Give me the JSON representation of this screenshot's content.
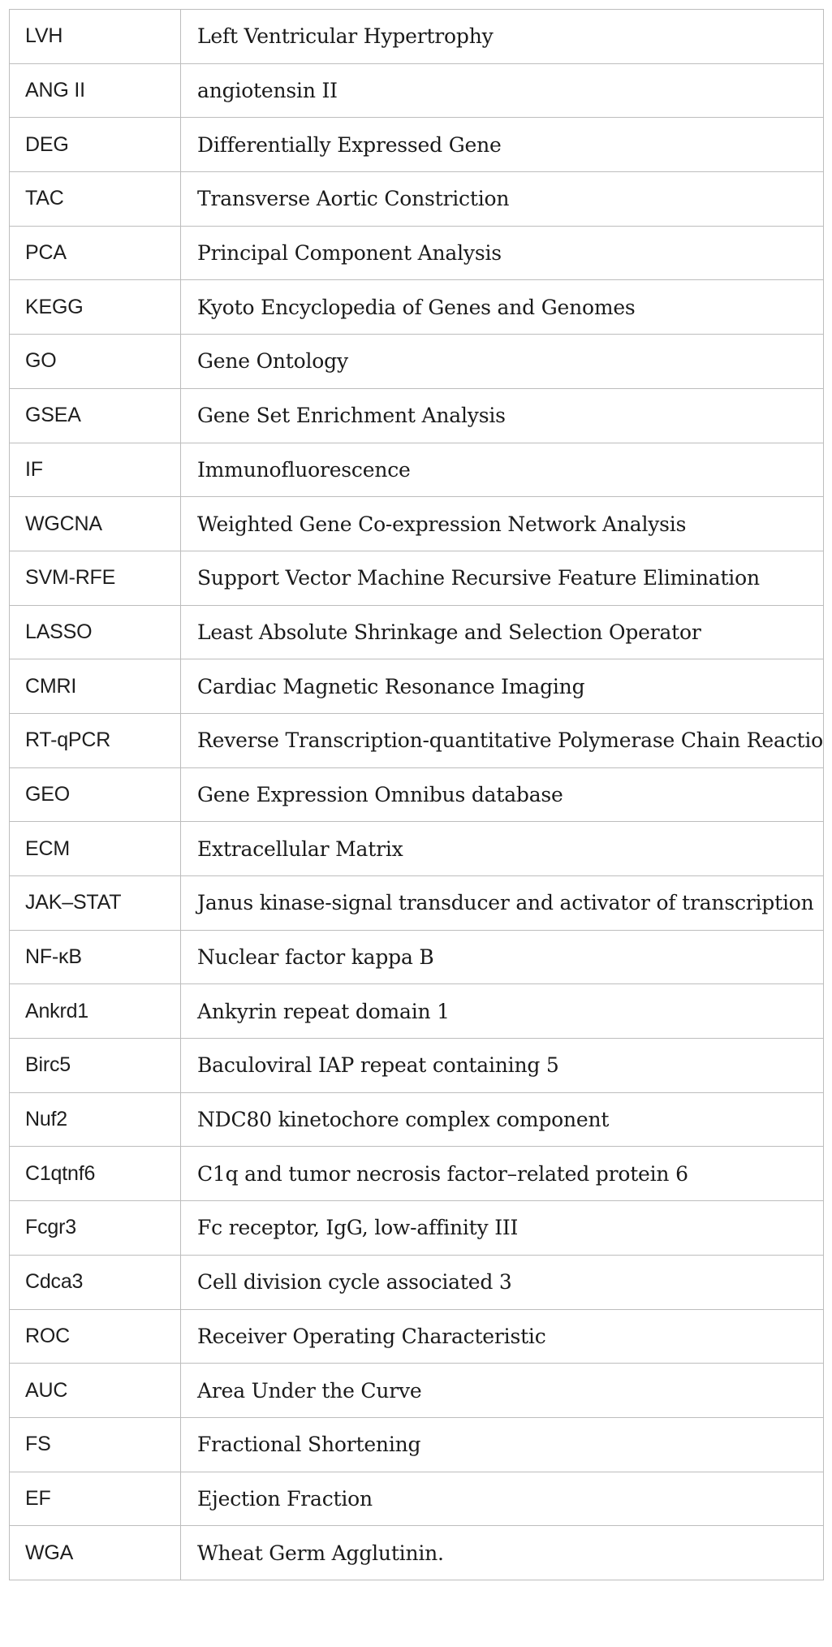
{
  "rows": [
    {
      "abbr": "LVH",
      "definition": "Left Ventricular Hypertrophy"
    },
    {
      "abbr": "ANG II",
      "definition": "angiotensin II"
    },
    {
      "abbr": "DEG",
      "definition": "Differentially Expressed Gene"
    },
    {
      "abbr": "TAC",
      "definition": "Transverse Aortic Constriction"
    },
    {
      "abbr": "PCA",
      "definition": "Principal Component Analysis"
    },
    {
      "abbr": "KEGG",
      "definition": "Kyoto Encyclopedia of Genes and Genomes"
    },
    {
      "abbr": "GO",
      "definition": "Gene Ontology"
    },
    {
      "abbr": "GSEA",
      "definition": "Gene Set Enrichment Analysis"
    },
    {
      "abbr": "IF",
      "definition": "Immunofluorescence"
    },
    {
      "abbr": "WGCNA",
      "definition": "Weighted Gene Co-expression Network Analysis"
    },
    {
      "abbr": "SVM-RFE",
      "definition": "Support Vector Machine Recursive Feature Elimination"
    },
    {
      "abbr": "LASSO",
      "definition": "Least Absolute Shrinkage and Selection Operator"
    },
    {
      "abbr": "CMRI",
      "definition": "Cardiac Magnetic Resonance Imaging"
    },
    {
      "abbr": "RT-qPCR",
      "definition": "Reverse Transcription-quantitative Polymerase Chain Reaction"
    },
    {
      "abbr": "GEO",
      "definition": "Gene Expression Omnibus database"
    },
    {
      "abbr": "ECM",
      "definition": "Extracellular Matrix"
    },
    {
      "abbr": "JAK–STAT",
      "definition": "Janus kinase-signal transducer and activator of transcription"
    },
    {
      "abbr": "NF-κB",
      "definition": "Nuclear factor kappa B"
    },
    {
      "abbr": "Ankrd1",
      "definition": "Ankyrin repeat domain 1"
    },
    {
      "abbr": "Birc5",
      "definition": "Baculoviral IAP repeat containing 5"
    },
    {
      "abbr": "Nuf2",
      "definition": "NDC80 kinetochore complex component"
    },
    {
      "abbr": "C1qtnf6",
      "definition": "C1q and tumor necrosis factor–related protein 6"
    },
    {
      "abbr": "Fcgr3",
      "definition": "Fc receptor, IgG, low-affinity III"
    },
    {
      "abbr": "Cdca3",
      "definition": "Cell division cycle associated 3"
    },
    {
      "abbr": "ROC",
      "definition": "Receiver Operating Characteristic"
    },
    {
      "abbr": "AUC",
      "definition": "Area Under the Curve"
    },
    {
      "abbr": "FS",
      "definition": "Fractional Shortening"
    },
    {
      "abbr": "EF",
      "definition": "Ejection Fraction"
    },
    {
      "abbr": "WGA",
      "definition": "Wheat Germ Agglutinin."
    }
  ]
}
